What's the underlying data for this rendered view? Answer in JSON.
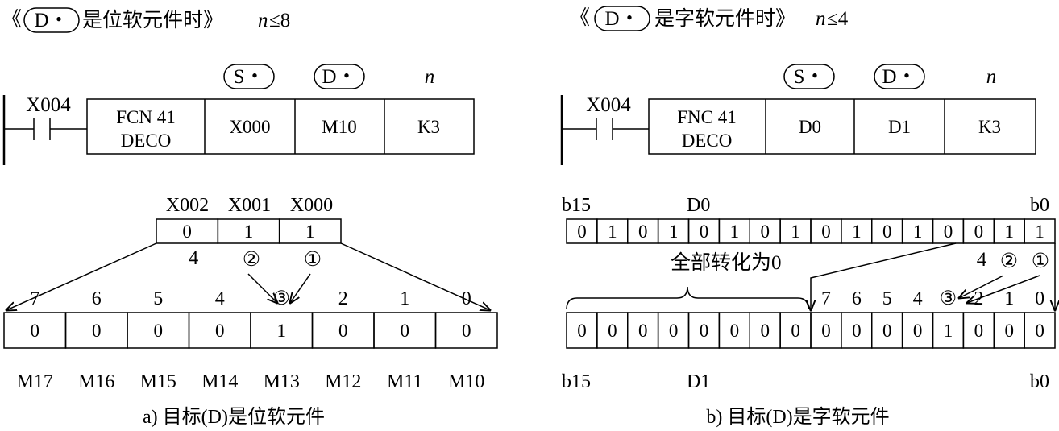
{
  "left": {
    "title": {
      "pre": "《",
      "badge": "D・",
      "text": "是位软元件时》",
      "n": "n",
      "cond": "≤8"
    },
    "contact": "X004",
    "operand_badges": [
      "S・",
      "D・"
    ],
    "n_label": "n",
    "instr": {
      "line1": "FCN  41",
      "line2": "DECO",
      "s": "X000",
      "d": "M10",
      "n": "K3"
    },
    "src_headers": [
      "X002",
      "X001",
      "X000"
    ],
    "src_values": [
      "0",
      "1",
      "1"
    ],
    "weights": {
      "four": "4",
      "two": "②",
      "one": "①",
      "three": "③"
    },
    "dest_indices": [
      "7",
      "6",
      "5",
      "4",
      "③",
      "2",
      "1",
      "0"
    ],
    "dest_values": [
      "0",
      "0",
      "0",
      "0",
      "1",
      "0",
      "0",
      "0"
    ],
    "dest_labels": [
      "M17",
      "M16",
      "M15",
      "M14",
      "M13",
      "M12",
      "M11",
      "M10"
    ],
    "caption": "a) 目标(D)是位软元件"
  },
  "right": {
    "title": {
      "pre": "《",
      "badge": "D・",
      "text": "是字软元件时》",
      "n": "n",
      "cond": "≤4"
    },
    "contact": "X004",
    "operand_badges": [
      "S・",
      "D・"
    ],
    "n_label": "n",
    "instr": {
      "line1": "FNC  41",
      "line2": "DECO",
      "s": "D0",
      "d": "D1",
      "n": "K3"
    },
    "src_left": "b15",
    "src_name": "D0",
    "src_right": "b0",
    "src_bits": [
      "0",
      "1",
      "0",
      "1",
      "0",
      "1",
      "0",
      "1",
      "0",
      "1",
      "0",
      "1",
      "0",
      "0",
      "1",
      "1"
    ],
    "weights": {
      "four": "4",
      "two": "②",
      "one": "①",
      "three": "③"
    },
    "all_zero": "全部转化为0",
    "dest_indices": [
      "7",
      "6",
      "5",
      "4",
      "③",
      "2",
      "1",
      "0"
    ],
    "dest_bits": [
      "0",
      "0",
      "0",
      "0",
      "0",
      "0",
      "0",
      "0",
      "0",
      "0",
      "0",
      "0",
      "1",
      "0",
      "0",
      "0"
    ],
    "dest_left": "b15",
    "dest_name": "D1",
    "dest_right": "b0",
    "caption": "b) 目标(D)是字软元件"
  }
}
